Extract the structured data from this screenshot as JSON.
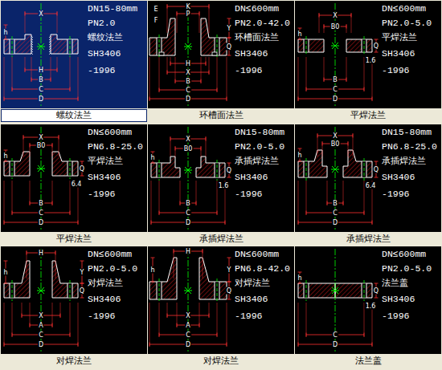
{
  "diagram": {
    "nodes": [
      {
        "text": [
          "DN15-80mm",
          "PN2.0",
          "螺纹法兰",
          "SH3406",
          "-1996"
        ]
      },
      {
        "text": [
          "螺纹法兰"
        ]
      },
      {
        "text": [
          "DN≤600mm",
          "PN2.0-42.0",
          "环槽面法兰",
          "SH3406",
          "-1996"
        ]
      },
      {
        "text": [
          "环槽面法兰"
        ]
      },
      {
        "text": [
          "DN≤600mm",
          "PN2.0-5.0",
          "平焊法兰",
          "SH3406",
          "-1996"
        ]
      },
      {
        "text": [
          "平焊法兰"
        ]
      },
      {
        "text": [
          "DN≤600mm",
          "PN6.8-25.0",
          "平焊法兰",
          "SH3406",
          "-1996"
        ]
      },
      {
        "text": [
          "平焊法兰"
        ]
      },
      {
        "text": [
          "DN15-80mm",
          "PN2.0-5.0",
          "承插焊法兰",
          "SH3406",
          "-1996"
        ]
      },
      {
        "text": [
          "承插焊法兰"
        ]
      },
      {
        "text": [
          "DN15-80mm",
          "PN6.8-25.0",
          "承插焊法兰",
          "SH3406",
          "-1996"
        ]
      },
      {
        "text": [
          "承插焊法兰"
        ]
      },
      {
        "text": [
          "DN≤600mm",
          "PN2.0-5.0",
          "对焊法兰",
          "SH3406",
          "-1996"
        ]
      },
      {
        "text": [
          "对焊法兰"
        ]
      },
      {
        "text": [
          "DN≤600mm",
          "PN6.8-42.0",
          "对焊法兰",
          "SH3406",
          "-1996"
        ]
      },
      {
        "text": [
          "对焊法兰"
        ]
      },
      {
        "text": [
          "DN≤600mm",
          "PN2.0-5.0",
          "法兰盖",
          "SH3406",
          "-1996"
        ]
      },
      {
        "text": [
          "法兰盖"
        ]
      }
    ],
    "labels": [
      "X",
      "h",
      "H",
      "B",
      "C",
      "D",
      "K",
      "P",
      "E",
      "F",
      "Y",
      "Q",
      "H",
      "X",
      "B",
      "C",
      "D",
      "X",
      "B0",
      "h",
      "Q",
      "1.6",
      "B",
      "C",
      "D",
      "X",
      "B0",
      "h",
      "Q",
      "6.4",
      "B",
      "C",
      "D",
      "X",
      "B0",
      "h",
      "Q",
      "1.6",
      "B",
      "C",
      "D",
      "X",
      "B0",
      "h",
      "Q",
      "6.4",
      "B",
      "C",
      "D",
      "X",
      "H",
      "h",
      "Q",
      "Y",
      "A",
      "C",
      "D",
      "X",
      "H",
      "h",
      "Q",
      "Y",
      "A",
      "C",
      "D",
      "h",
      "Q",
      "1.6",
      "C",
      "D"
    ]
  }
}
